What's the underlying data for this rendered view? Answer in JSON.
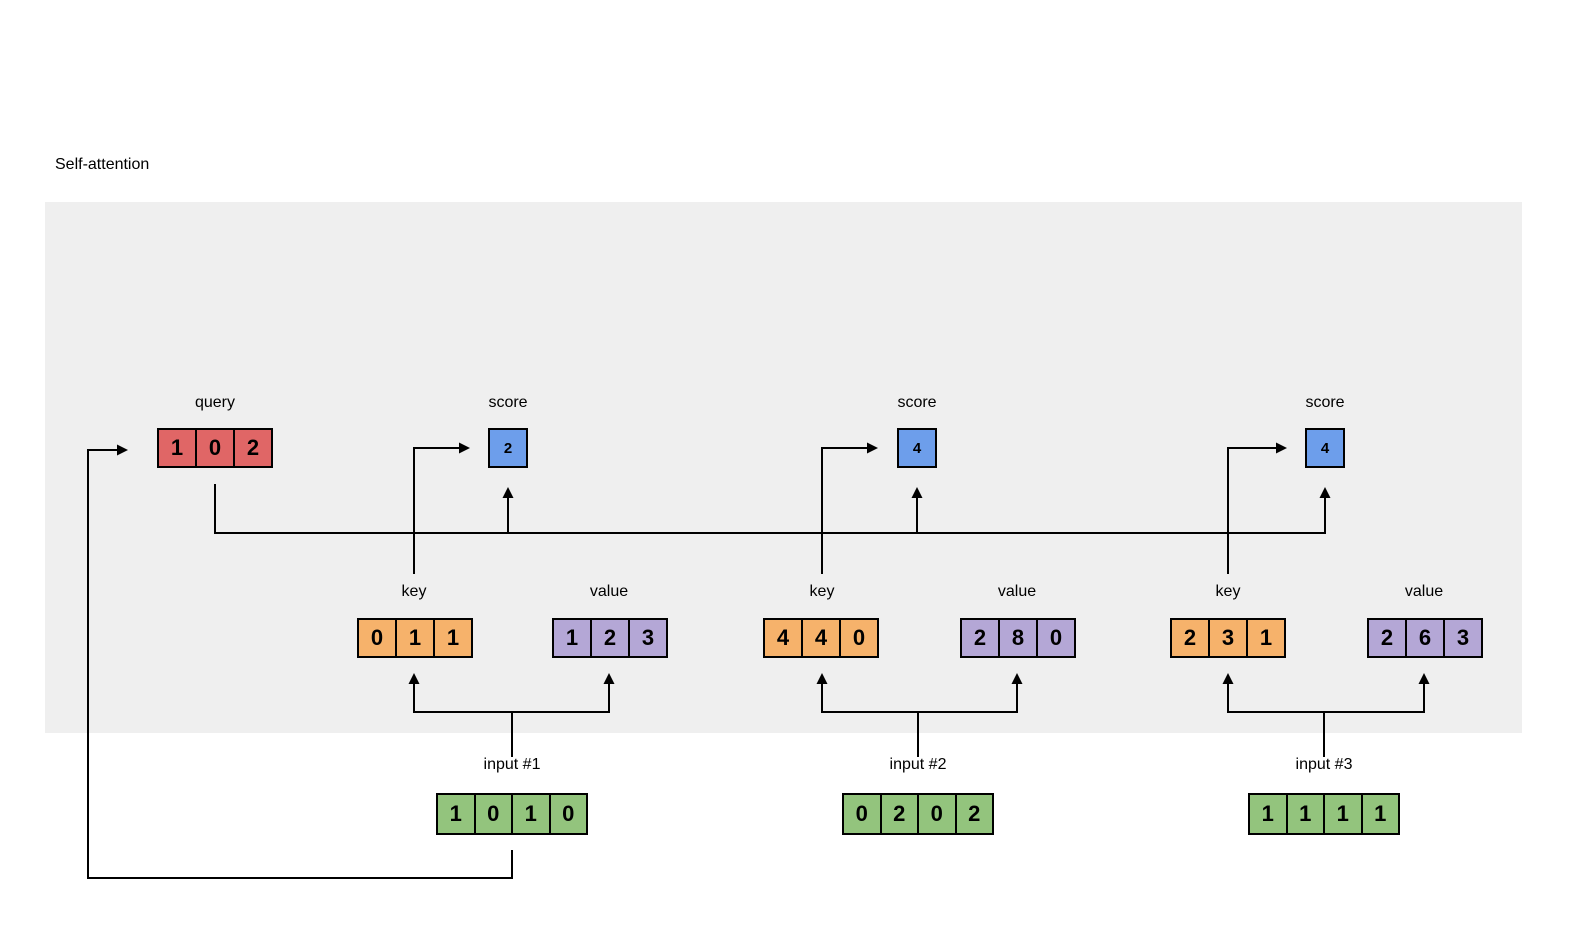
{
  "title": "Self-attention",
  "colors": {
    "panel": "#efefef",
    "query-cell": "#e06666",
    "score-cell": "#6d9eeb",
    "key-cell": "#f6b26b",
    "value-cell": "#b4a7d6",
    "input-cell": "#93c47d",
    "line": "#000000"
  },
  "query": {
    "label": "query",
    "values": [
      "1",
      "0",
      "2"
    ]
  },
  "groups": [
    {
      "score": {
        "label": "score",
        "value": "2"
      },
      "key": {
        "label": "key",
        "values": [
          "0",
          "1",
          "1"
        ]
      },
      "value": {
        "label": "value",
        "values": [
          "1",
          "2",
          "3"
        ]
      },
      "input": {
        "label": "input #1",
        "values": [
          "1",
          "0",
          "1",
          "0"
        ]
      }
    },
    {
      "score": {
        "label": "score",
        "value": "4"
      },
      "key": {
        "label": "key",
        "values": [
          "4",
          "4",
          "0"
        ]
      },
      "value": {
        "label": "value",
        "values": [
          "2",
          "8",
          "0"
        ]
      },
      "input": {
        "label": "input #2",
        "values": [
          "0",
          "2",
          "0",
          "2"
        ]
      }
    },
    {
      "score": {
        "label": "score",
        "value": "4"
      },
      "key": {
        "label": "key",
        "values": [
          "2",
          "3",
          "1"
        ]
      },
      "value": {
        "label": "value",
        "values": [
          "2",
          "6",
          "3"
        ]
      },
      "input": {
        "label": "input #3",
        "values": [
          "1",
          "1",
          "1",
          "1"
        ]
      }
    }
  ]
}
